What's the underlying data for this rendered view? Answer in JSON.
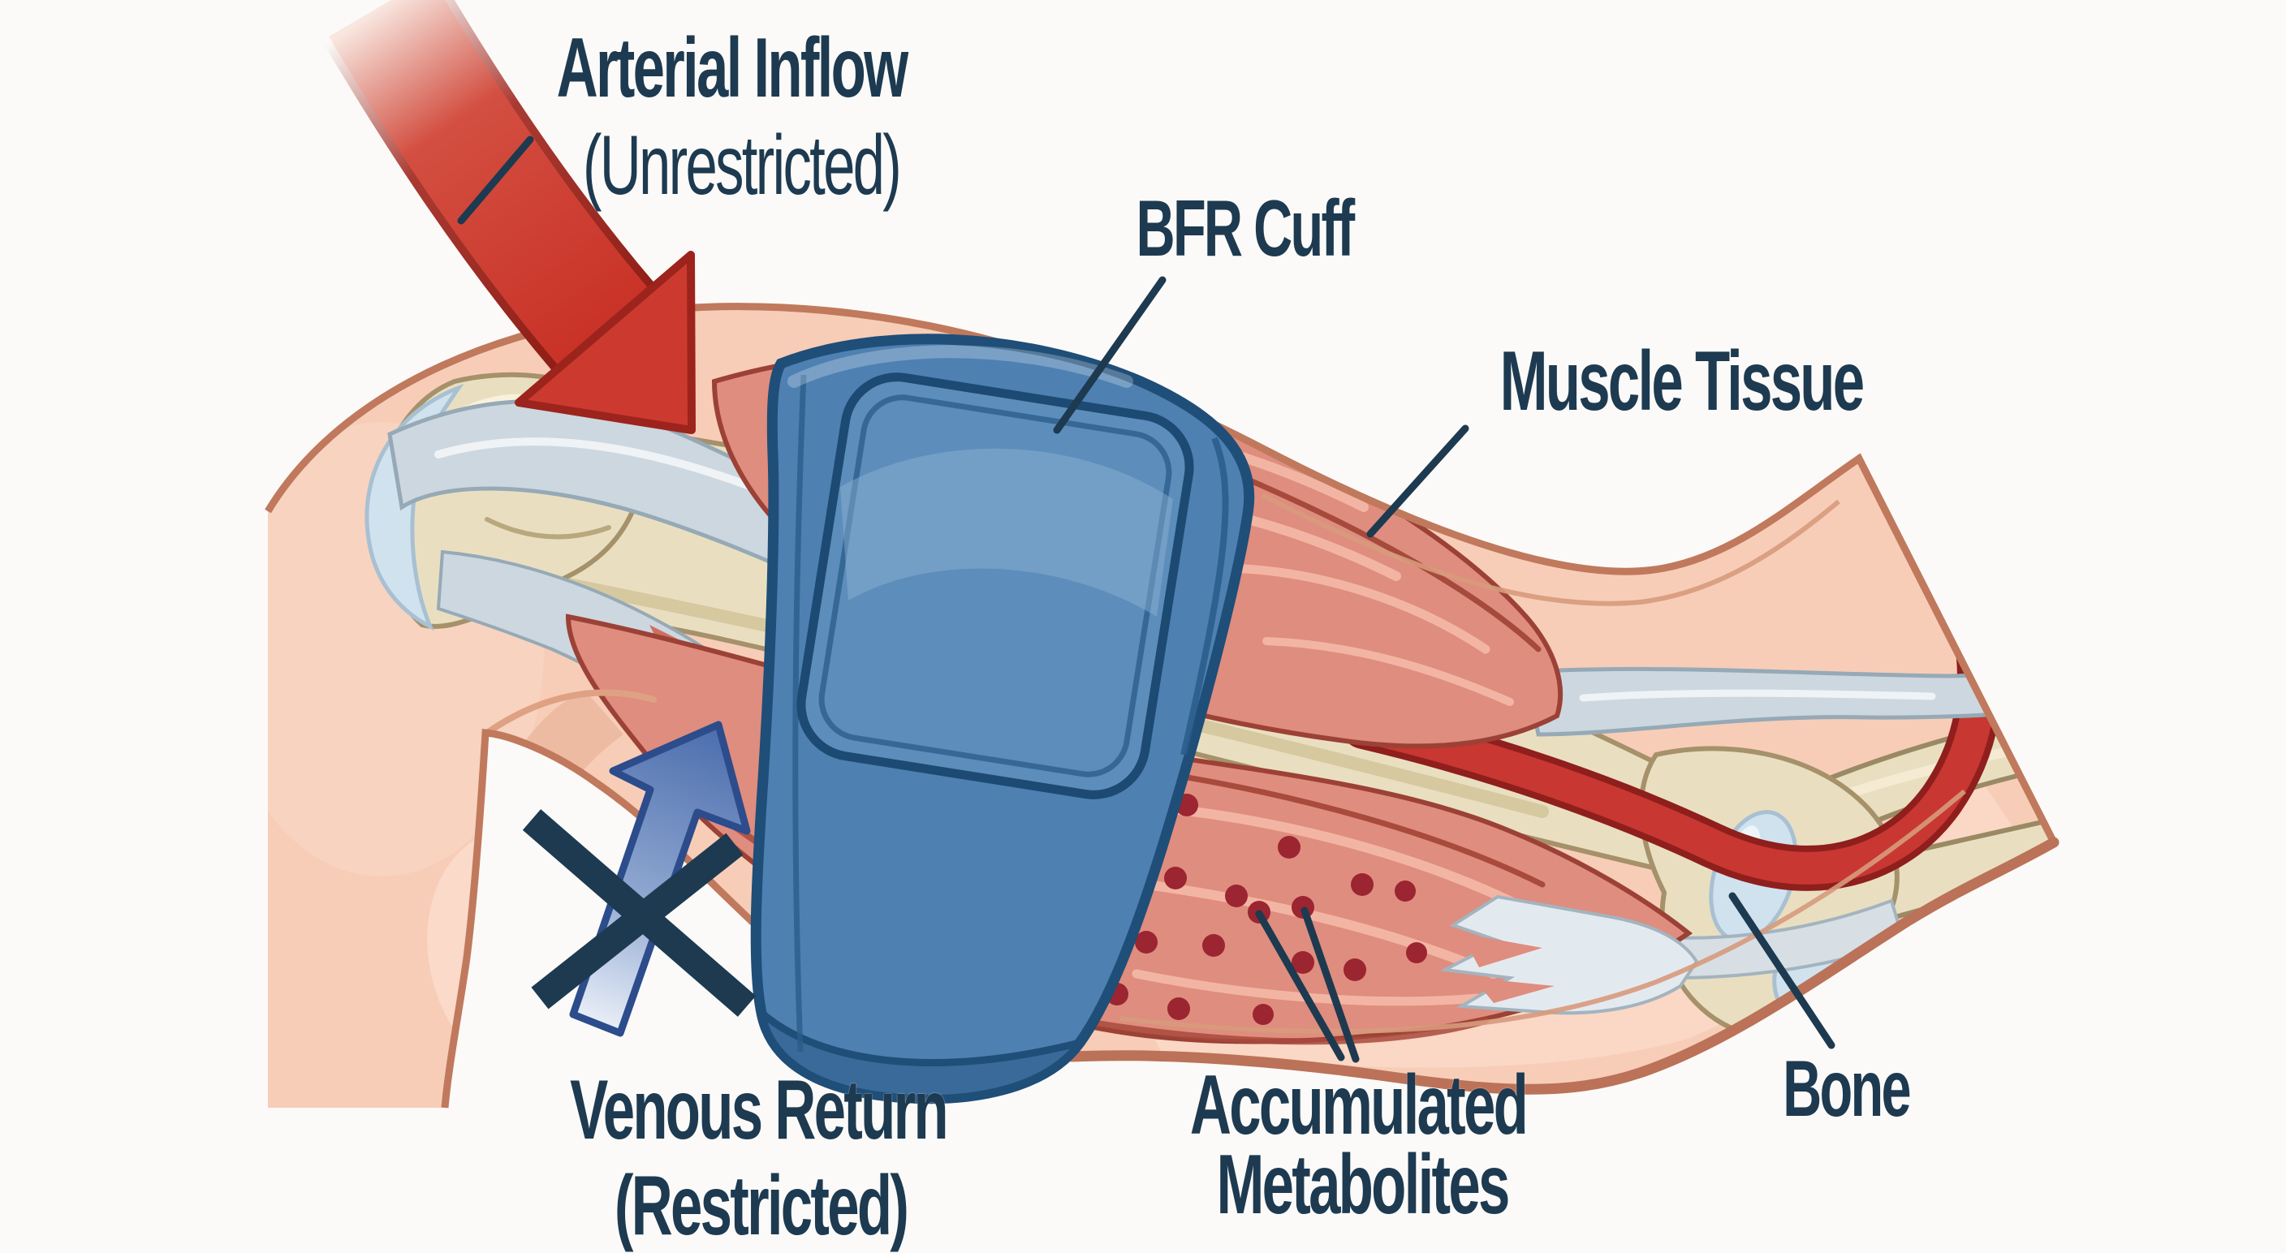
{
  "diagram": {
    "labels": {
      "arterial_inflow": {
        "title": "Arterial Inflow",
        "subtitle": "(Unrestricted)"
      },
      "bfr_cuff": "BFR Cuff",
      "muscle_tissue": "Muscle Tissue",
      "venous_return": {
        "title": "Venous Return",
        "subtitle": "(Restricted)"
      },
      "accumulated_metabolites": {
        "line1": "Accumulated",
        "line2": "Metabolites"
      },
      "bone": "Bone"
    },
    "colors": {
      "label_text": "#1d3a50",
      "background": "#fbfaf8",
      "skin": "#f7cdb8",
      "skin_outline": "#c0795c",
      "skin_shadow": "#ecb7a0",
      "bone_fill": "#e9dfc0",
      "bone_outline": "#a5916a",
      "cartilage": "#cfe2ee",
      "muscle": "#df8d7e",
      "muscle_outline": "#9c4136",
      "muscle_streak_light": "#f3b5a3",
      "metabolite_dot": "#9b2530",
      "tendon": "#cdd7df",
      "cuff_blue": "#4e80b2",
      "cuff_outline": "#1f4e78",
      "artery_red": "#cc3a2f",
      "artery_dark": "#8e1f1c",
      "vein_blue": "#5b7cb8",
      "leader_line": "#1d3a50"
    }
  }
}
